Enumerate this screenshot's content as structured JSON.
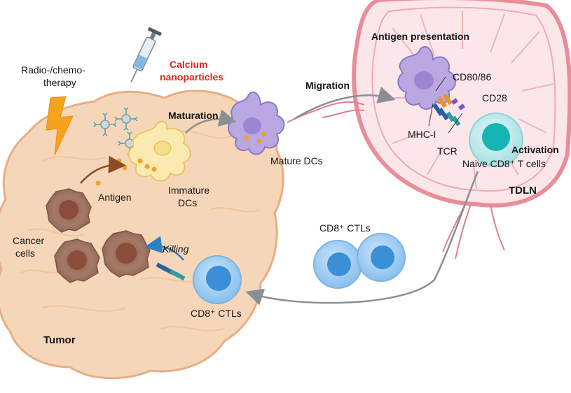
{
  "labels": {
    "radio_line1": "Radio-/chemo-",
    "radio_line2": "therapy",
    "calcium_line1": "Calcium",
    "calcium_line2": "nanoparticles",
    "maturation": "Maturation",
    "migration": "Migration",
    "antigen_presentation": "Antigen presentation",
    "cd80_86": "CD80/86",
    "cd28": "CD28",
    "mhc_i": "MHC-I",
    "tcr": "TCR",
    "activation": "Activation",
    "naive_cd8": "Naive CD8⁺ T cells",
    "tdln": "TDLN",
    "mature_dcs": "Mature DCs",
    "antigen": "Antigen",
    "immature_line1": "Immature",
    "immature_line2": "DCs",
    "cancer_line1": "Cancer",
    "cancer_line2": "cells",
    "killing": "Killing",
    "ctl_bottom": "CD8⁺ CTLs",
    "ctl_middle": "CD8⁺ CTLs",
    "tumor": "Tumor"
  },
  "colors": {
    "tumor_fill": "#f6d3b3",
    "tumor_stroke": "#e6ad82",
    "lymph_fill": "#fbe3e6",
    "lymph_stroke": "#e88a95",
    "dc_mature": "#b9a8e2",
    "dc_immature": "#fbeab0",
    "tcell_naive": "#bfe9ea",
    "ctl": "#98c9f0",
    "ctl_nucleus": "#3a8fd6",
    "cancer": "#a37968",
    "arrow_gray": "#8a8f95",
    "arrow_brown": "#8a4b26",
    "bolt": "#f5a21f",
    "calcium_text": "#d8281f"
  }
}
